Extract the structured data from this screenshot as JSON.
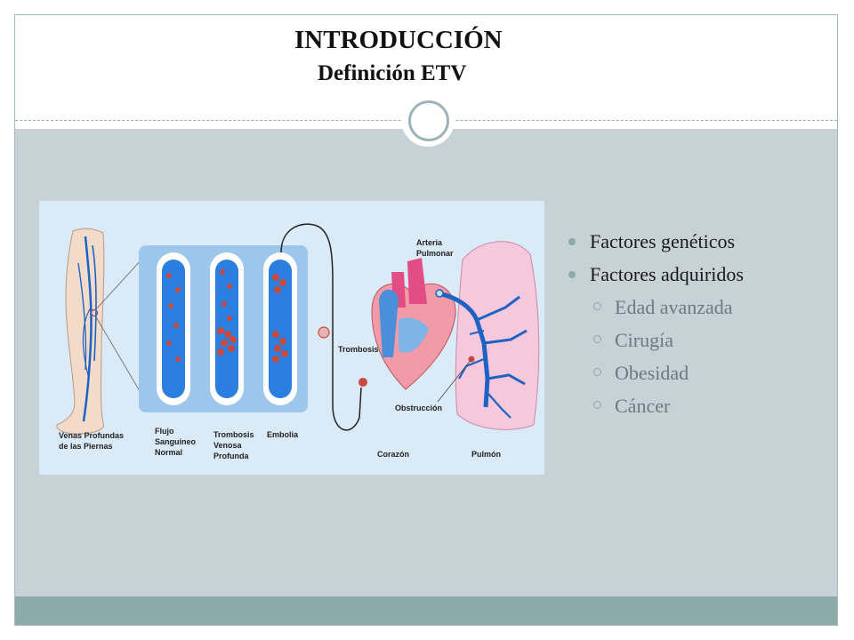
{
  "header": {
    "title": "INTRODUCCIÓN",
    "subtitle": "Definición ETV"
  },
  "illustration": {
    "labels": {
      "legs": [
        "Venas Profundas",
        "de las Piernas"
      ],
      "flow": [
        "Flujo",
        "Sanguineo",
        "Normal"
      ],
      "thrombosis_venous": [
        "Trombosis",
        "Venosa",
        "Profunda"
      ],
      "embolism": "Embolia",
      "thrombosis": "Trombosis",
      "pulmonary_artery": [
        "Arteria",
        "Pulmonar"
      ],
      "obstruction": "Obstrucción",
      "heart": "Corazón",
      "lung": "Pulmón"
    }
  },
  "bullets": [
    {
      "text": "Factores genéticos",
      "level": 1
    },
    {
      "text": "Factores adquiridos",
      "level": 1
    },
    {
      "text": "Edad avanzada",
      "level": 2
    },
    {
      "text": "Cirugía",
      "level": 2
    },
    {
      "text": "Obesidad",
      "level": 2
    },
    {
      "text": "Cáncer",
      "level": 2
    }
  ],
  "colors": {
    "accent": "#8aabaa",
    "body_bg": "#c7d2d6",
    "vein_blue": "#1e62c4",
    "artery_pink": "#e34d86"
  }
}
